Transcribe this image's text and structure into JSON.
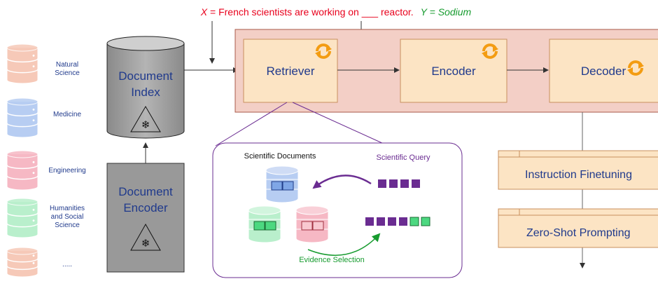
{
  "query": {
    "x_var": "X",
    "x_text": " = French scientists are working on ___ reactor.",
    "y_var": "Y",
    "y_text": " = Sodium"
  },
  "domains": [
    {
      "lines": [
        "Natural",
        "Science"
      ],
      "color": "#f6c9b8"
    },
    {
      "lines": [
        "Medicine"
      ],
      "color": "#b7cdf2"
    },
    {
      "lines": [
        "Engineering"
      ],
      "color": "#f6b8c4"
    },
    {
      "lines": [
        "Humanities",
        "and Social",
        "Science"
      ],
      "color": "#b9efcc"
    },
    {
      "lines": [
        "....."
      ],
      "color": "#f6c9b8"
    }
  ],
  "document_index": {
    "lines": [
      "Document",
      "Index"
    ]
  },
  "document_encoder": {
    "lines": [
      "Document",
      "Encoder"
    ]
  },
  "pipeline": {
    "retriever": "Retriever",
    "encoder": "Encoder",
    "decoder": "Decoder"
  },
  "detail": {
    "scientific_documents": "Scientific Documents",
    "scientific_query": "Scientific Query",
    "evidence_selection": "Evidence Selection"
  },
  "training": {
    "instruction_finetuning": "Instruction Finetuning",
    "zero_shot_prompting": "Zero-Shot Prompting"
  },
  "colors": {
    "red_text": "#e8001c",
    "green_text": "#179b2f",
    "purple": "#6a2c91",
    "blue_text": "#203a8c",
    "orange_box": "#fce4c4",
    "pink_bg": "#f3cfc6"
  }
}
